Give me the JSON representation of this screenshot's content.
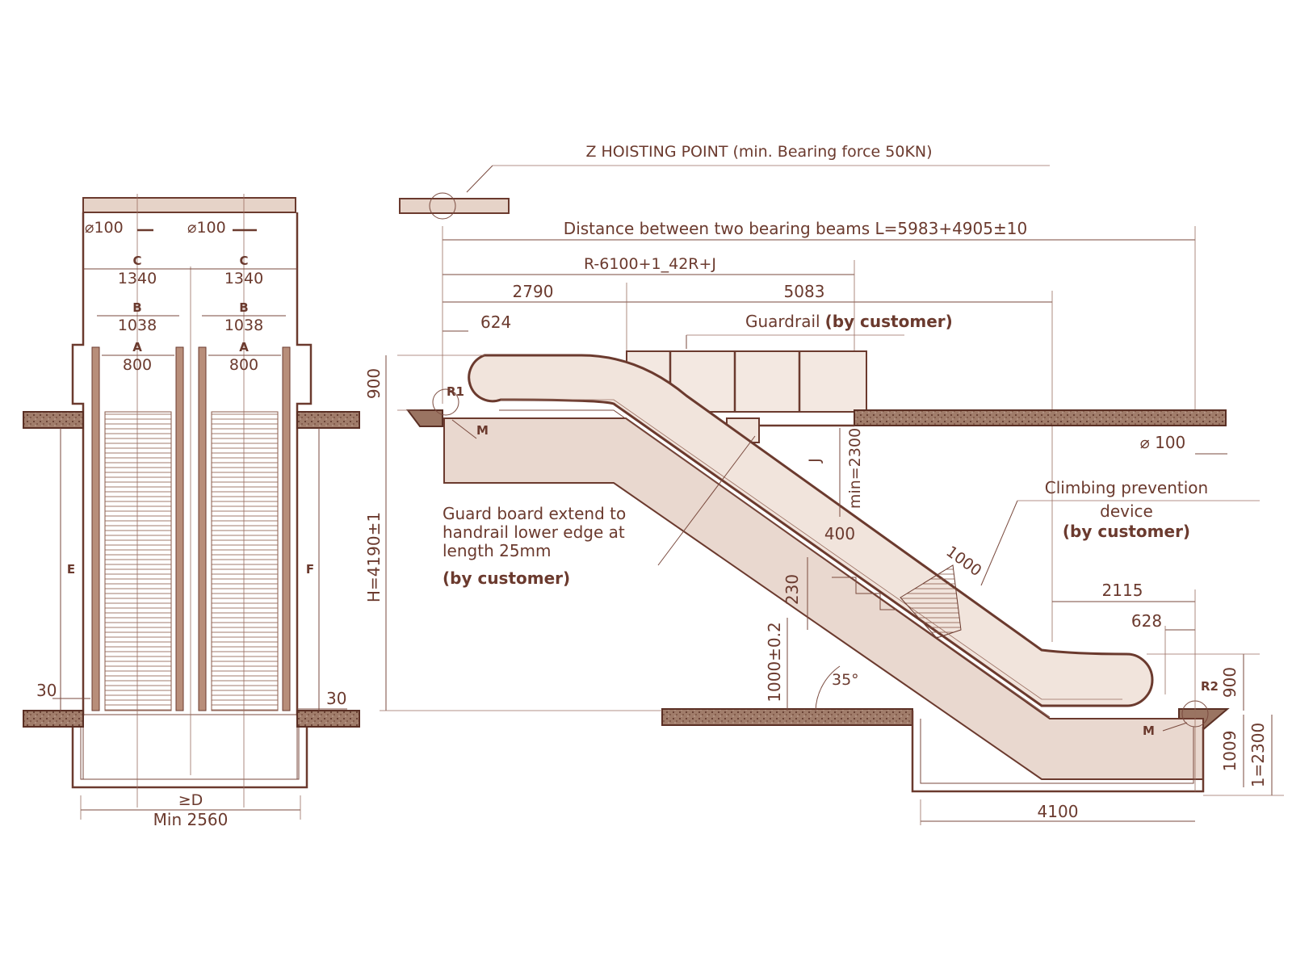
{
  "title": "Z HOISTING POINT (min. Bearing force 50KN)",
  "plan_view": {
    "pipe_left": "⌀100",
    "pipe_right": "⌀100",
    "c_letter": "C",
    "c_value": "1340",
    "b_letter": "B",
    "b_value": "1038",
    "a_letter": "A",
    "a_value": "800",
    "e_label": "E",
    "f_label": "F",
    "gap_left": "30",
    "gap_right": "30",
    "width_symbol": "≥D",
    "width_min": "Min 2560"
  },
  "side_view": {
    "beam_distance": "Distance between two bearing beams L=5983+4905±10",
    "r_formula": "R-6100+1_42R+J",
    "dim_2790": "2790",
    "dim_5083": "5083",
    "dim_624": "624",
    "guardrail": "Guardrail",
    "guardrail_note": "(by customer)",
    "dim_900_top": "900",
    "r1": "R1",
    "r2": "R2",
    "m_top": "M",
    "m_bottom": "M",
    "pipe": "⌀ 100",
    "j_label": "J",
    "min_2300": "min=2300",
    "guard_board_line1": "Guard board extend to",
    "guard_board_line2": "handrail lower edge at",
    "guard_board_line3": "length 25mm",
    "guard_board_note": "(by customer)",
    "dim_400": "400",
    "dim_1000": "1000",
    "climbing_line1": "Climbing prevention",
    "climbing_line2": "device",
    "climbing_note": "(by customer)",
    "height": "H=4190±1",
    "dim_230": "230",
    "dim_1000_tol": "1000±0.2",
    "angle": "35°",
    "dim_2115": "2115",
    "dim_628": "628",
    "dim_900_bottom": "900",
    "dim_1009": "1009",
    "pit_depth": "1=2300",
    "pit_length": "4100"
  }
}
